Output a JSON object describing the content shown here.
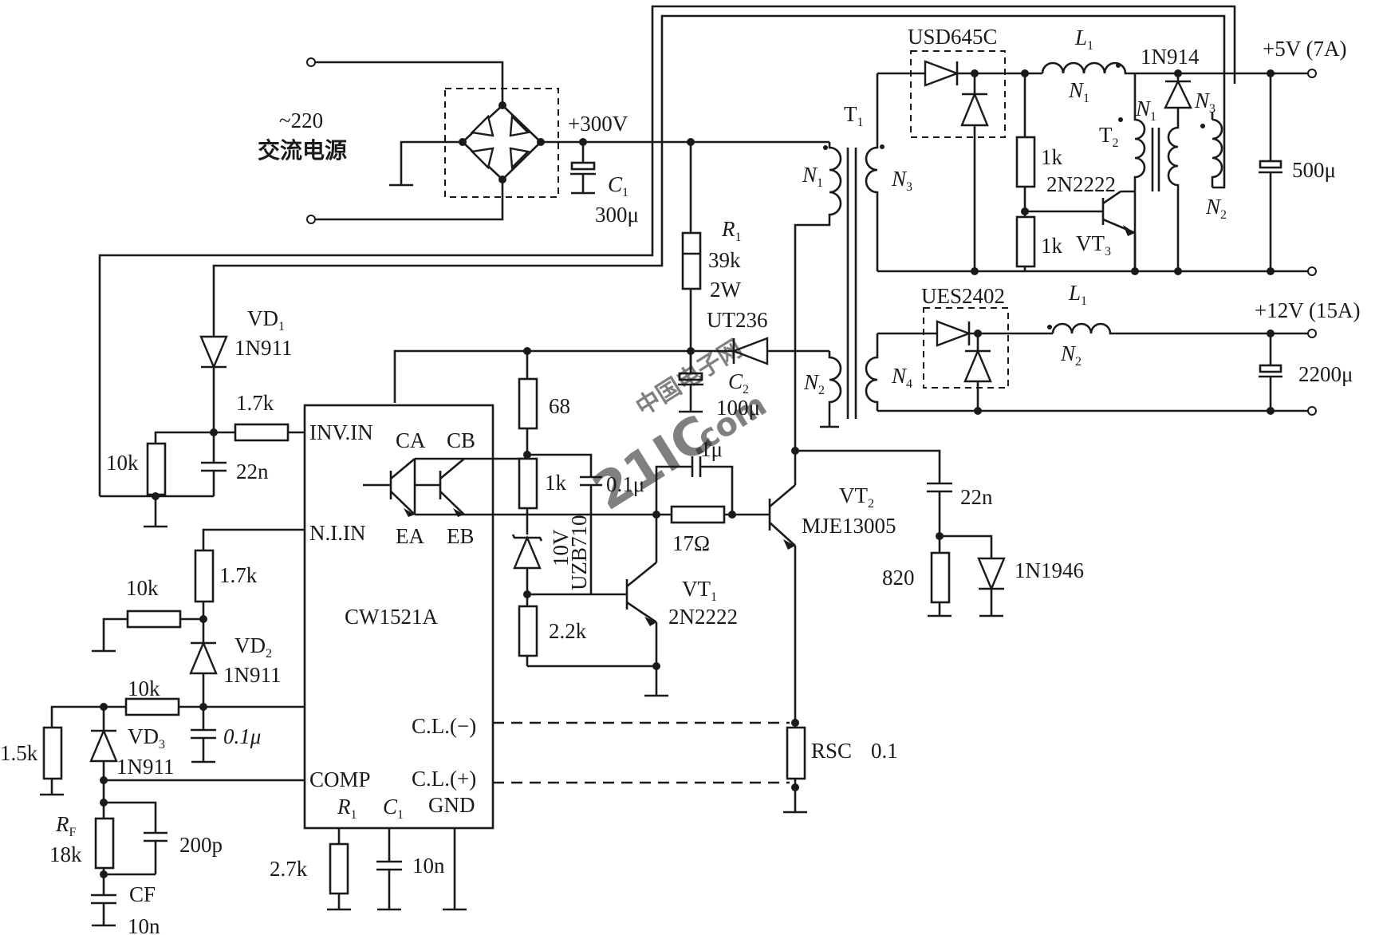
{
  "ac_source": {
    "voltage": "~220",
    "name": "交流电源"
  },
  "rail_300v": "+300V",
  "c1": {
    "ref": "C",
    "sub": "1",
    "value": "300μ"
  },
  "r1_start": {
    "ref": "R",
    "sub": "1",
    "value": "39k",
    "power": "2W"
  },
  "diode_ut236": "UT236",
  "c2": {
    "ref": "C",
    "sub": "2",
    "value": "100μ"
  },
  "t1": {
    "ref": "T",
    "sub": "1"
  },
  "t1_windings": {
    "n1": "N",
    "n1_sub": "1",
    "n2": "N",
    "n2_sub": "2",
    "n3": "N",
    "n3_sub": "3",
    "n4": "N",
    "n4_sub": "4"
  },
  "out_5v": {
    "rectifier": "USD645C",
    "inductor_ref": "L",
    "inductor_sub": "1",
    "winding": "N",
    "winding_sub": "1",
    "label": "+5V (7A)",
    "cap": "500μ"
  },
  "out_12v": {
    "rectifier": "UES2402",
    "inductor_ref": "L",
    "inductor_sub": "1",
    "winding": "N",
    "winding_sub": "2",
    "label": "+12V (15A)",
    "cap": "2200μ"
  },
  "mag_amp": {
    "diode": "1N914",
    "t2_ref": "T",
    "t2_sub": "2",
    "n1": "N",
    "n1_sub": "1",
    "n2": "N",
    "n2_sub": "2",
    "n3": "N",
    "n3_sub": "3",
    "r_a": "1k",
    "r_b": "1k",
    "vt3_part": "2N2222",
    "vt3_ref": "VT",
    "vt3_sub": "3"
  },
  "ic": {
    "name": "CW1521A",
    "inv_in": "INV.IN",
    "ni_in": "N.I.IN",
    "ca": "CA",
    "cb": "CB",
    "ea": "EA",
    "eb": "EB",
    "cl_minus": "C.L.(−)",
    "cl_plus": "C.L.(+)",
    "comp": "COMP",
    "r1": "R",
    "r1_sub": "1",
    "c1": "C",
    "c1_sub": "1",
    "gnd": "GND"
  },
  "vd1": {
    "ref": "VD",
    "sub": "1",
    "part": "1N911"
  },
  "vd2": {
    "ref": "VD",
    "sub": "2",
    "part": "1N911"
  },
  "vd3": {
    "ref": "VD",
    "sub": "3",
    "part": "1N911"
  },
  "parts": {
    "r_1k7_a": "1.7k",
    "r_10k_a": "10k",
    "c_22n": "22n",
    "r_1k7_b": "1.7k",
    "r_10k_b": "10k",
    "r_10k_c": "10k",
    "c_0u1_a": "0.1μ",
    "r_1k5": "1.5k",
    "rf_ref": "R",
    "rf_sub": "F",
    "rf_value": "18k",
    "c_200p": "200p",
    "cf_ref": "CF",
    "cf_value": "10n",
    "rt": "2.7k",
    "ct": "10n",
    "r_68": "68",
    "r_1k": "1k",
    "c_0u1_b": "0.1μ",
    "zener": "10V",
    "zener_part": "UZB710",
    "r_2k2": "2.2k",
    "c_1u": "1μ",
    "r_17": "17Ω",
    "c_22n_snub": "22n",
    "r_820": "820",
    "d_1n1946": "1N1946",
    "rsc": "RSC",
    "rsc_value": "0.1"
  },
  "vt1": {
    "ref": "VT",
    "sub": "1",
    "part": "2N2222"
  },
  "vt2": {
    "ref": "VT",
    "sub": "2",
    "part": "MJE13005"
  },
  "watermark": {
    "cn": "中国电子网",
    "logo": "21IC",
    "dom": ".com"
  }
}
